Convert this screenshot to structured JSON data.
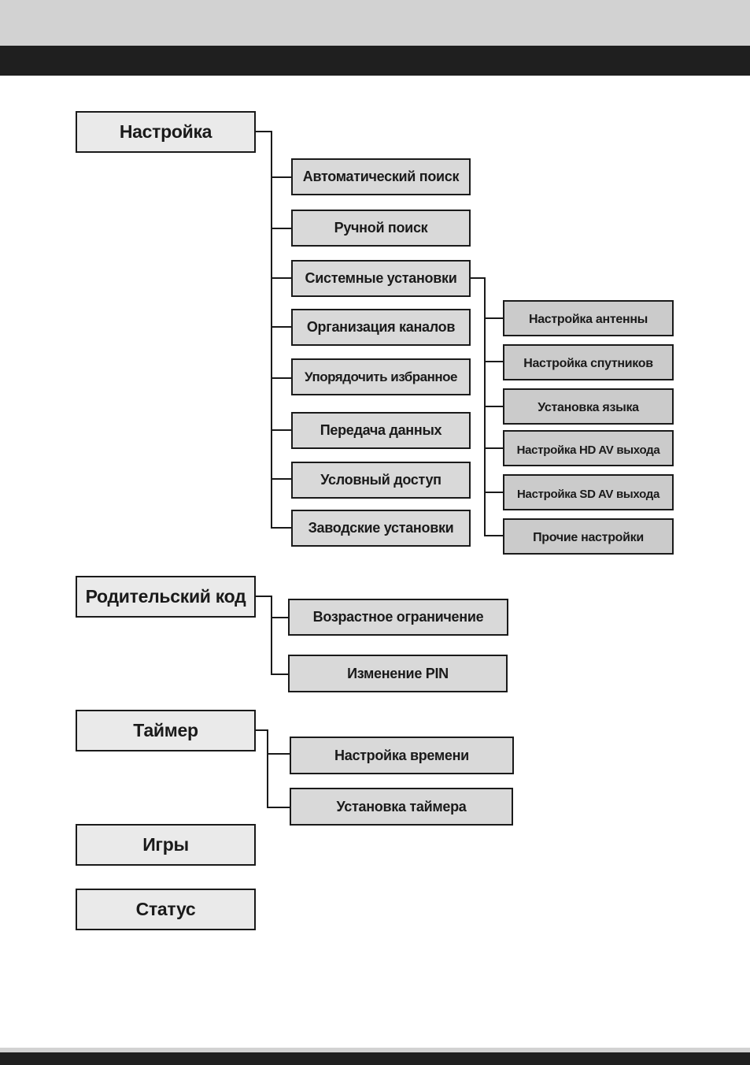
{
  "menu": {
    "setup": {
      "label": "Настройка",
      "items": [
        "Автоматический поиск",
        "Ручной поиск",
        "Системные установки",
        "Организация каналов",
        "Упорядочить избранное",
        "Передача данных",
        "Условный доступ",
        "Заводские установки"
      ],
      "system_items": [
        "Настройка антенны",
        "Настройка спутников",
        "Установка языка",
        "Настройка HD AV выхода",
        "Настройка SD AV выхода",
        "Прочие настройки"
      ]
    },
    "parental": {
      "label": "Родительский код",
      "items": [
        "Возрастное ограничение",
        "Изменение PIN"
      ]
    },
    "timer": {
      "label": "Таймер",
      "items": [
        "Настройка времени",
        "Установка таймера"
      ]
    },
    "games": {
      "label": "Игры"
    },
    "status": {
      "label": "Статус"
    }
  }
}
